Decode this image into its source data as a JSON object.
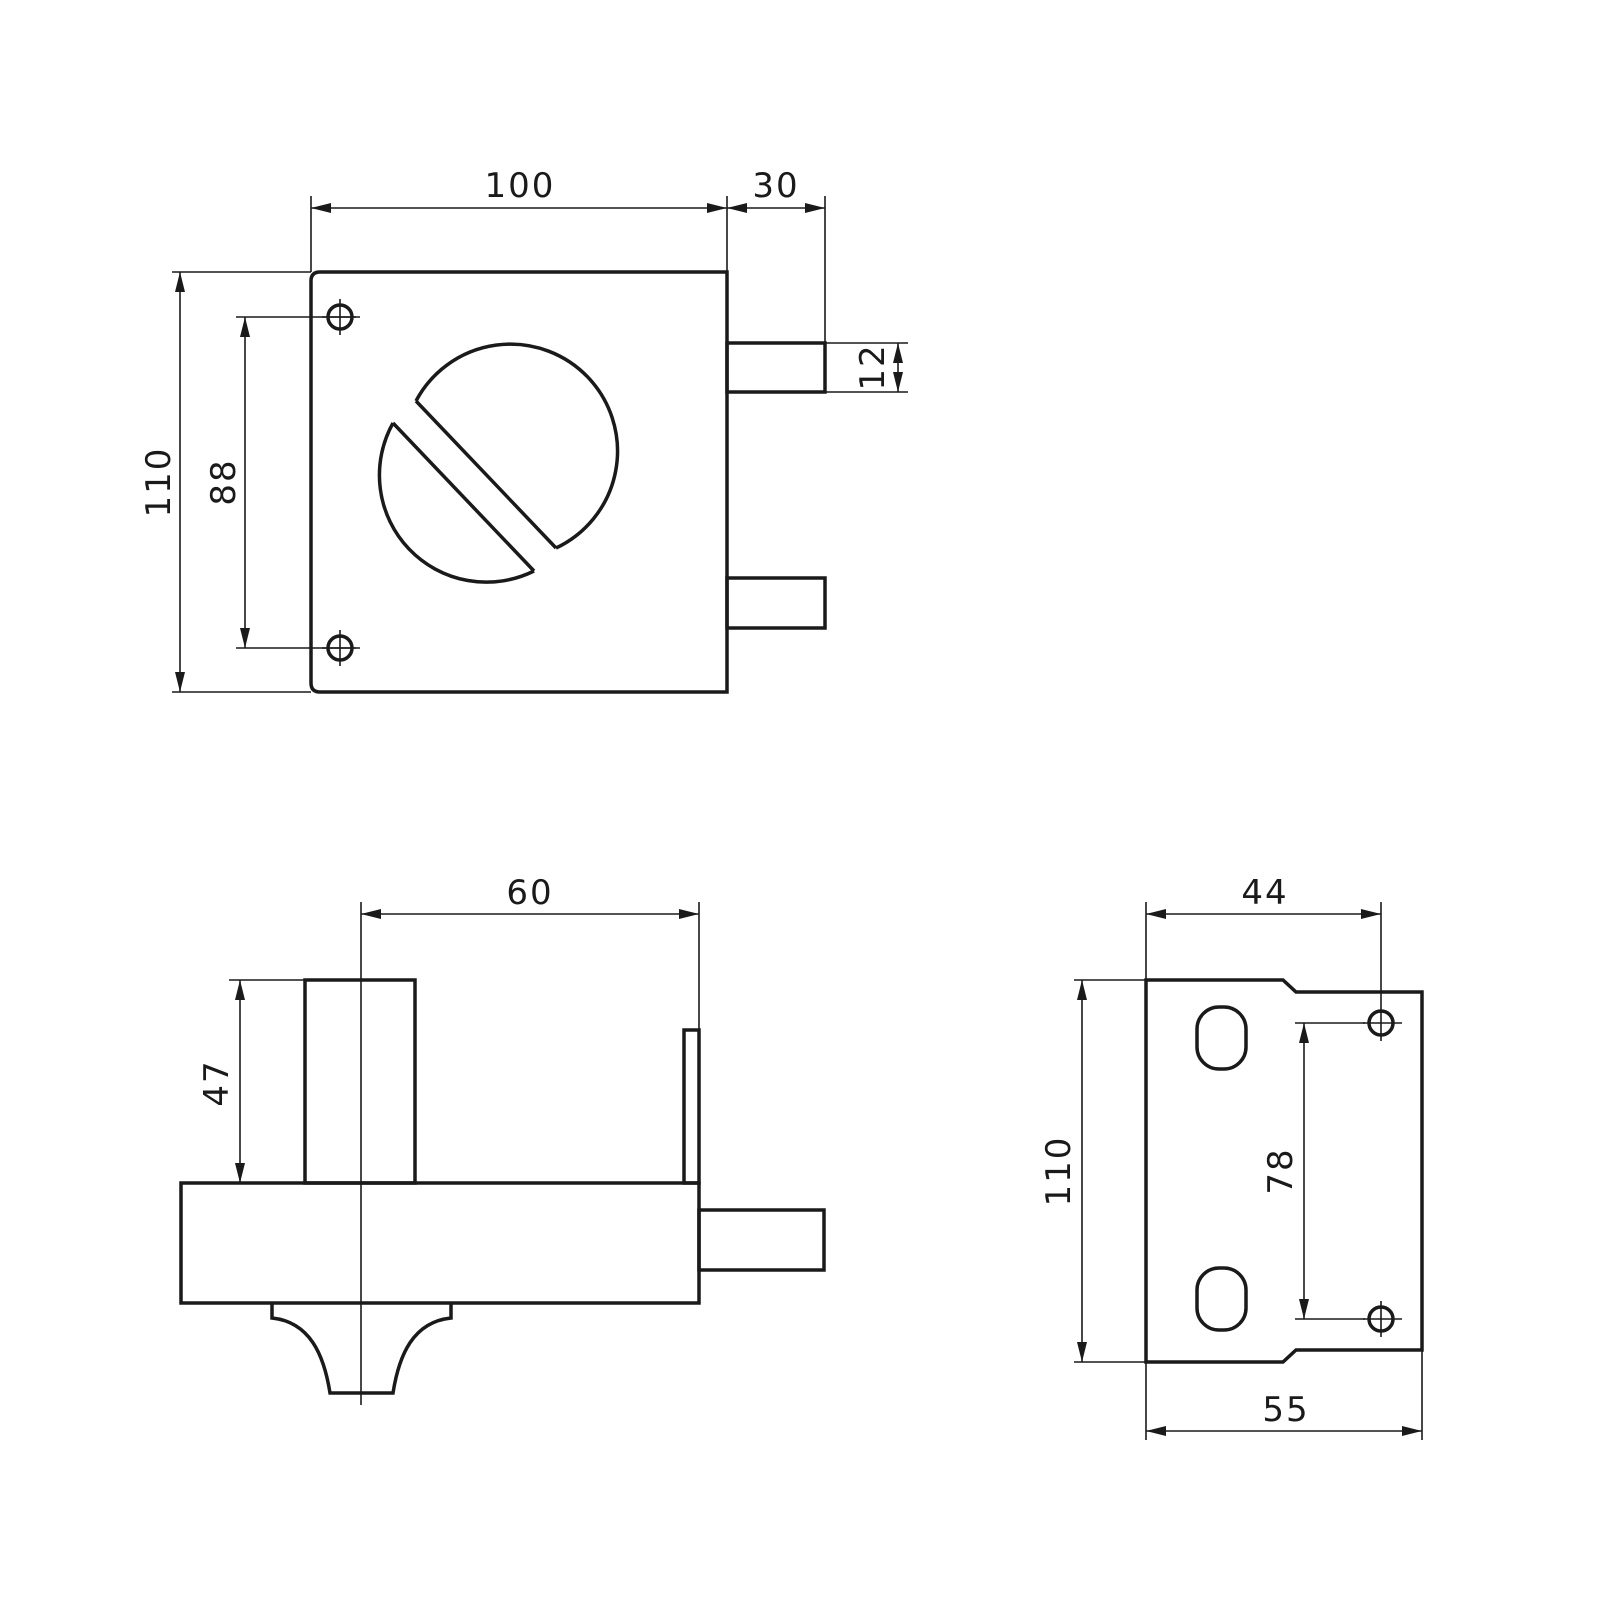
{
  "dimensions": {
    "front_width": "100",
    "bolt_projection": "30",
    "bolt_height": "12",
    "front_height": "110",
    "screw_spacing": "88",
    "side_depth": "60",
    "cylinder_height": "47",
    "strike_hole_span": "44",
    "strike_height": "110",
    "strike_screw_spacing": "78",
    "strike_width": "55"
  },
  "colors": {
    "line": "#1a1a1a",
    "background": "#ffffff"
  }
}
